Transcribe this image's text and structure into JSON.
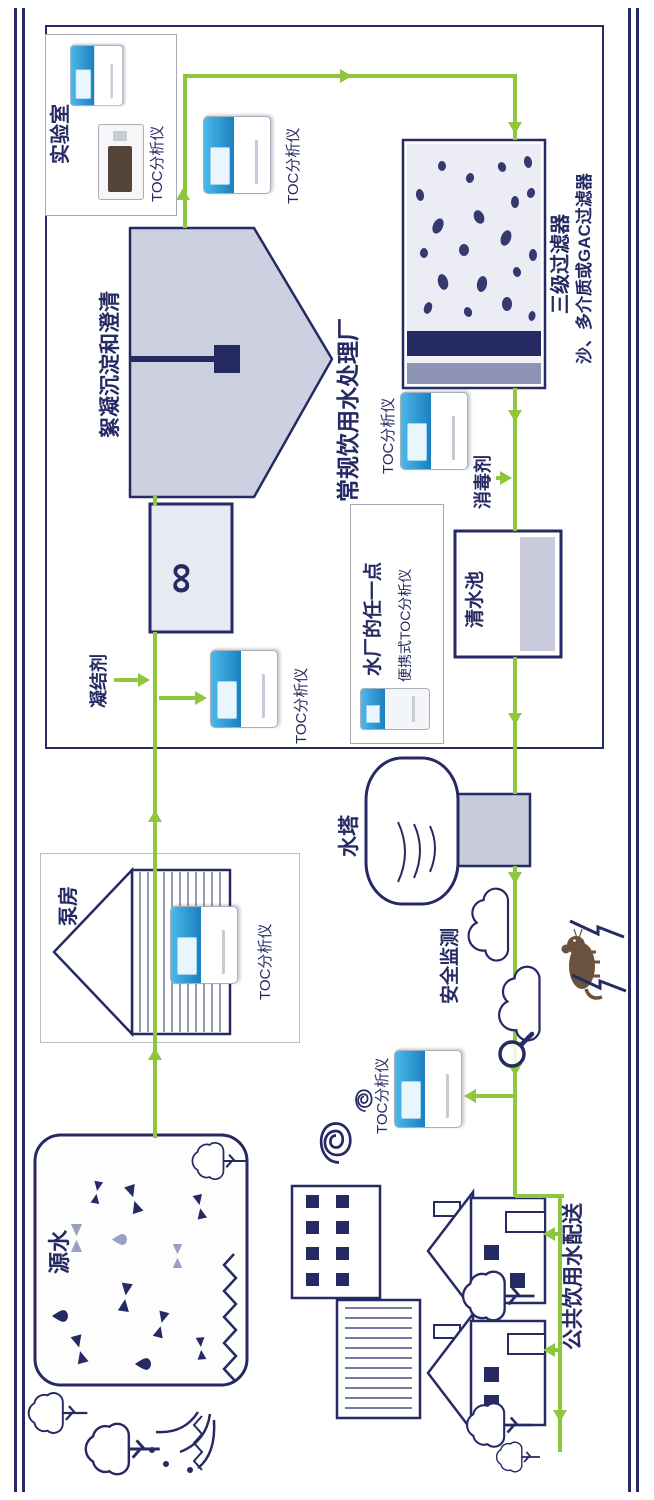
{
  "page": {
    "type": "water-treatment-process-diagram",
    "orientation": "landscape artwork rotated 90deg CCW into portrait"
  },
  "labels": {
    "plant_title": "常规饮用水处理厂",
    "lab": "实验室",
    "toc_analyzer": "TOC分析仪",
    "clarification": "絮凝沉淀和澄清",
    "filter_line1": "三级过滤器",
    "filter_line2": "沙、多介质或GAC过滤器",
    "coagulant": "凝结剂",
    "disinfectant": "消毒剂",
    "clear_well": "清水池",
    "portable_title": "水厂的任一点",
    "portable_sub": "便携式TOC分析仪",
    "pump_house": "泵房",
    "source_water": "源水",
    "water_tower": "水塔",
    "safety_monitoring": "安全监测",
    "distribution": "公共饮用水配送",
    "mixer_symbol": "∞"
  },
  "colors": {
    "navy": "#262a63",
    "flow_green": "#8fc63e",
    "tank_lavender": "#ccd0e1",
    "band_slate": "#8e94b5",
    "device_blue": "#2b9fd8"
  }
}
